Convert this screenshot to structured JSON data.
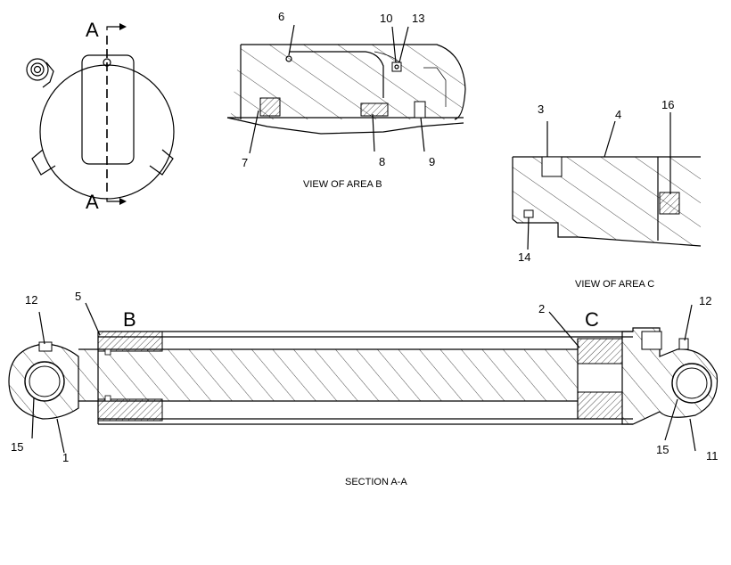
{
  "section_marks": {
    "top": "A",
    "bottom": "A"
  },
  "views": {
    "area_b_caption": "VIEW OF AREA B",
    "area_c_caption": "VIEW OF AREA C",
    "section_caption": "SECTION A-A"
  },
  "area_letters": {
    "b": "B",
    "c": "C"
  },
  "callouts": {
    "c1": "1",
    "c2": "2",
    "c3": "3",
    "c4": "4",
    "c5": "5",
    "c6": "6",
    "c7": "7",
    "c8": "8",
    "c9": "9",
    "c10": "10",
    "c11": "11",
    "c12_left": "12",
    "c12_right": "12",
    "c13": "13",
    "c14": "14",
    "c15_left": "15",
    "c15_right": "15",
    "c16": "16"
  }
}
